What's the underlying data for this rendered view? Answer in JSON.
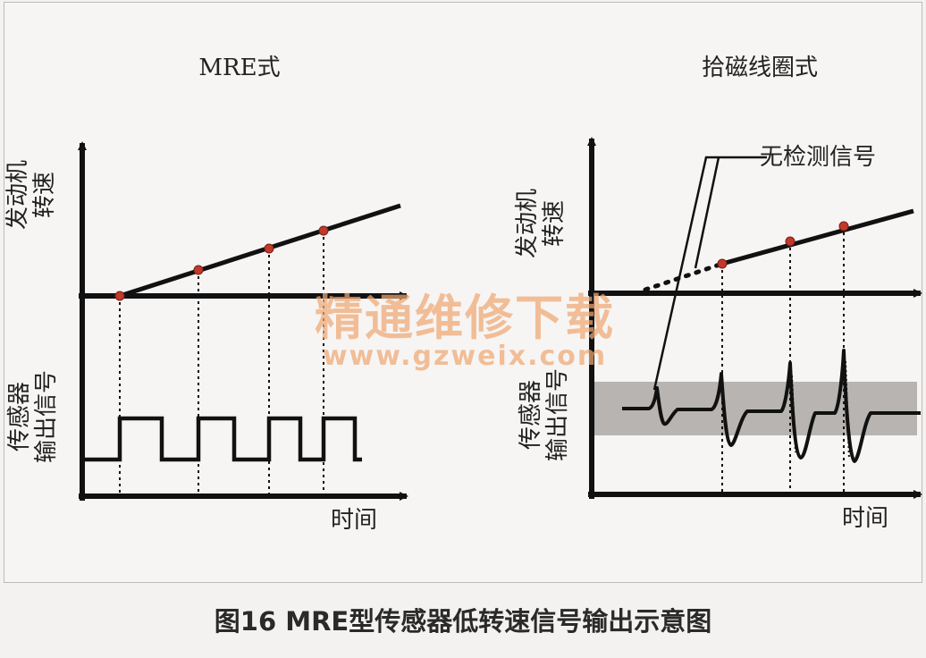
{
  "caption": "图16 MRE型传感器低转速信号输出示意图",
  "left_panel": {
    "title": "MRE式",
    "y_label_top_lines": [
      "发动机",
      "转速"
    ],
    "y_label_bottom_lines": [
      "传感器",
      "输出信号"
    ],
    "x_label": "时间"
  },
  "right_panel": {
    "title": "拾磁线圈式",
    "annotation": "无检测信号",
    "y_label_top_lines": [
      "发动机",
      "转速"
    ],
    "y_label_bottom_lines": [
      "传感器",
      "输出信号"
    ],
    "x_label": "时间"
  },
  "watermark": {
    "text_cn": "精通维修下载",
    "text_url": "www.gzweix.com"
  },
  "colors": {
    "line": "#111111",
    "marker": "#c0392b",
    "noise_band": "#b7b4b1",
    "watermark": "#f0a874"
  }
}
